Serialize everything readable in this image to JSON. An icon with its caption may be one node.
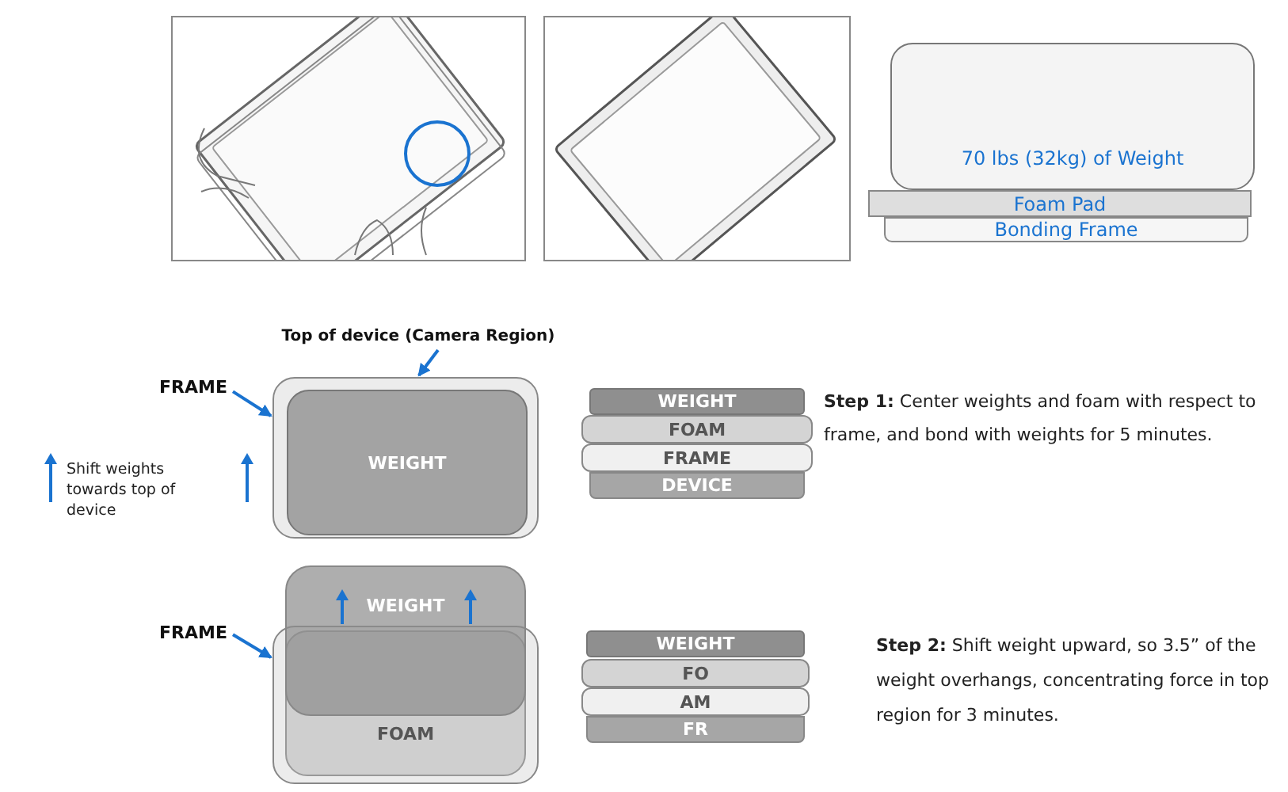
{
  "diagram": {
    "nodes": [
      {
        "text": [],
        "shape": "picture"
      },
      {
        "text": [],
        "shape": "picture"
      },
      {
        "text": [
          "70 lbs (32kg) of Weight"
        ]
      },
      {
        "text": [
          "Foam Pad"
        ]
      },
      {
        "text": [
          "Bonding Frame"
        ]
      },
      {
        "text": [
          "Top of device (Camera Region)"
        ]
      },
      {
        "text": [],
        "shape": "box"
      },
      {
        "text": [
          "WEIGHT"
        ],
        "in": 6
      },
      {
        "text": [
          "FRAME"
        ]
      },
      {
        "text": [
          "WEIGHT"
        ]
      },
      {
        "text": [
          "FOAM"
        ]
      },
      {
        "text": [
          "FRAME"
        ]
      },
      {
        "text": [
          "DEVICE"
        ]
      },
      {
        "text": [
          "FRAME"
        ]
      },
      {
        "text": [],
        "shape": "box"
      },
      {
        "text": [
          "WEIGHT"
        ]
      },
      {
        "text": [
          "FOAM"
        ],
        "in": 14
      },
      {
        "text": [
          "WEIGHT"
        ]
      },
      {
        "text": [
          "FO"
        ]
      },
      {
        "text": [
          "AM"
        ]
      },
      {
        "text": [
          "FR"
        ]
      }
    ],
    "edges": [
      {
        "from": 5,
        "to": 6,
        "arrow": "to"
      },
      {
        "from": 8,
        "to": 6,
        "arrow": "to"
      },
      {
        "from": 13,
        "to": 14,
        "arrow": "to"
      }
    ],
    "labels": [
      "Shift weights towards top of device",
      "**Step 1:** Center weights and foam with respect to frame, and bond with weights for 5 minutes.",
      "**Step 2:** Shift weight upward, so 3.5” of the weight overhangs, concentrating force in top region for 3 minutes."
    ]
  }
}
